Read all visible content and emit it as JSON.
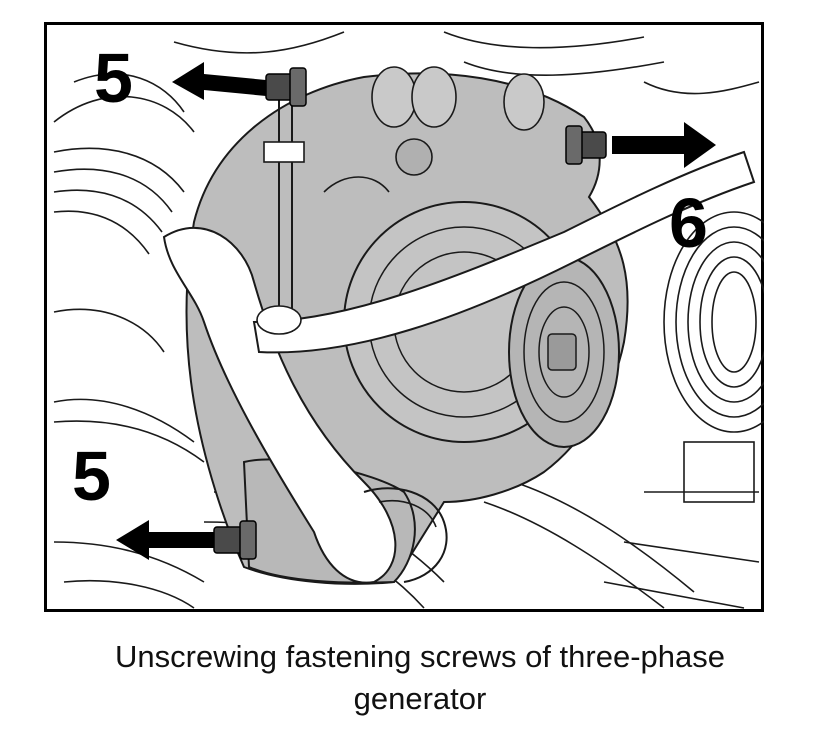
{
  "callouts": {
    "top_left": "5",
    "right": "6",
    "bottom_left": "5"
  },
  "caption": {
    "line1": "Unscrewing fastening screws of three-phase",
    "line2": "generator"
  },
  "colors": {
    "frame": "#000000",
    "component_fill": "#bdbdbd",
    "line_art": "#1a1a1a",
    "background": "#ffffff"
  }
}
